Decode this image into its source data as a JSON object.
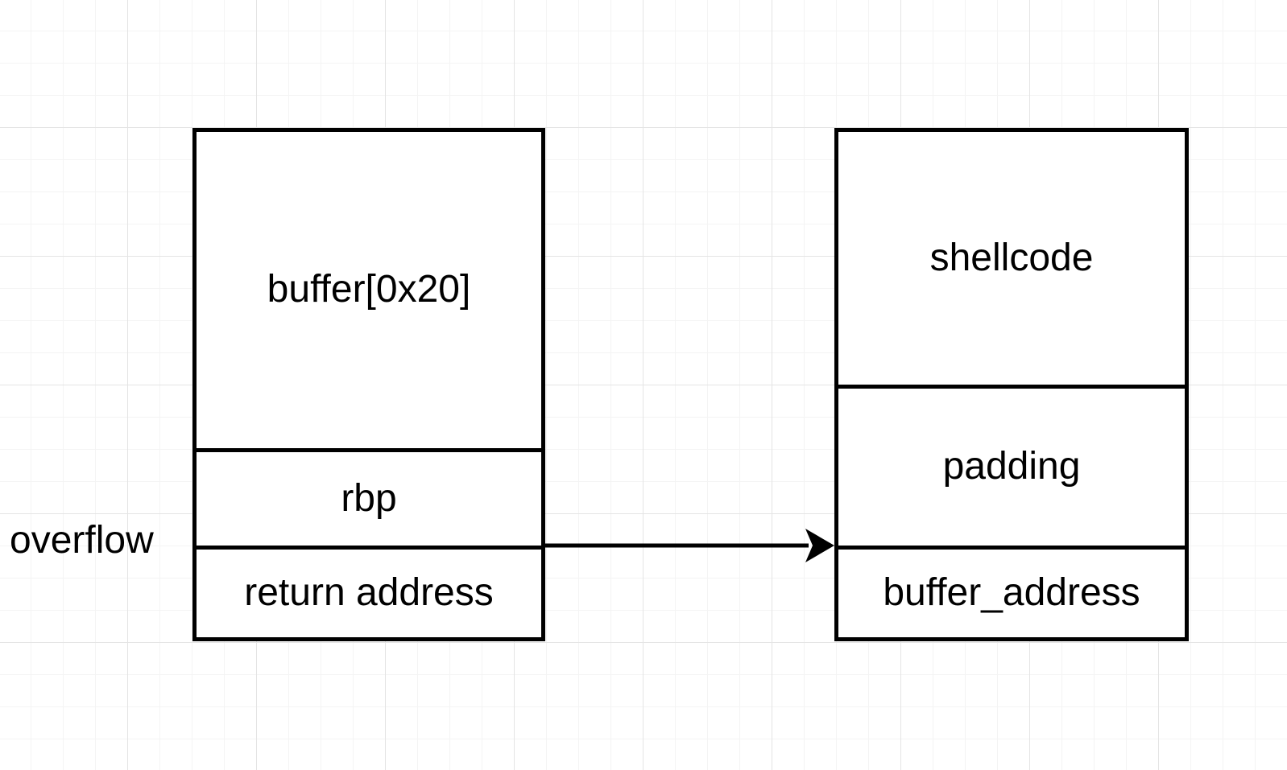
{
  "canvas": {
    "background_color": "#ffffff",
    "grid_minor_color": "#f4f4f4",
    "grid_major_color": "#e4e4e4",
    "stroke_color": "#000000"
  },
  "stack_box": {
    "sections": [
      {
        "label": "buffer[0x20]"
      },
      {
        "label": "rbp"
      },
      {
        "label": "return address"
      }
    ]
  },
  "payload_box": {
    "sections": [
      {
        "label": "shellcode"
      },
      {
        "label": "padding"
      },
      {
        "label": "buffer_address"
      }
    ]
  },
  "overflow_arrow": {
    "label": "overflow"
  }
}
